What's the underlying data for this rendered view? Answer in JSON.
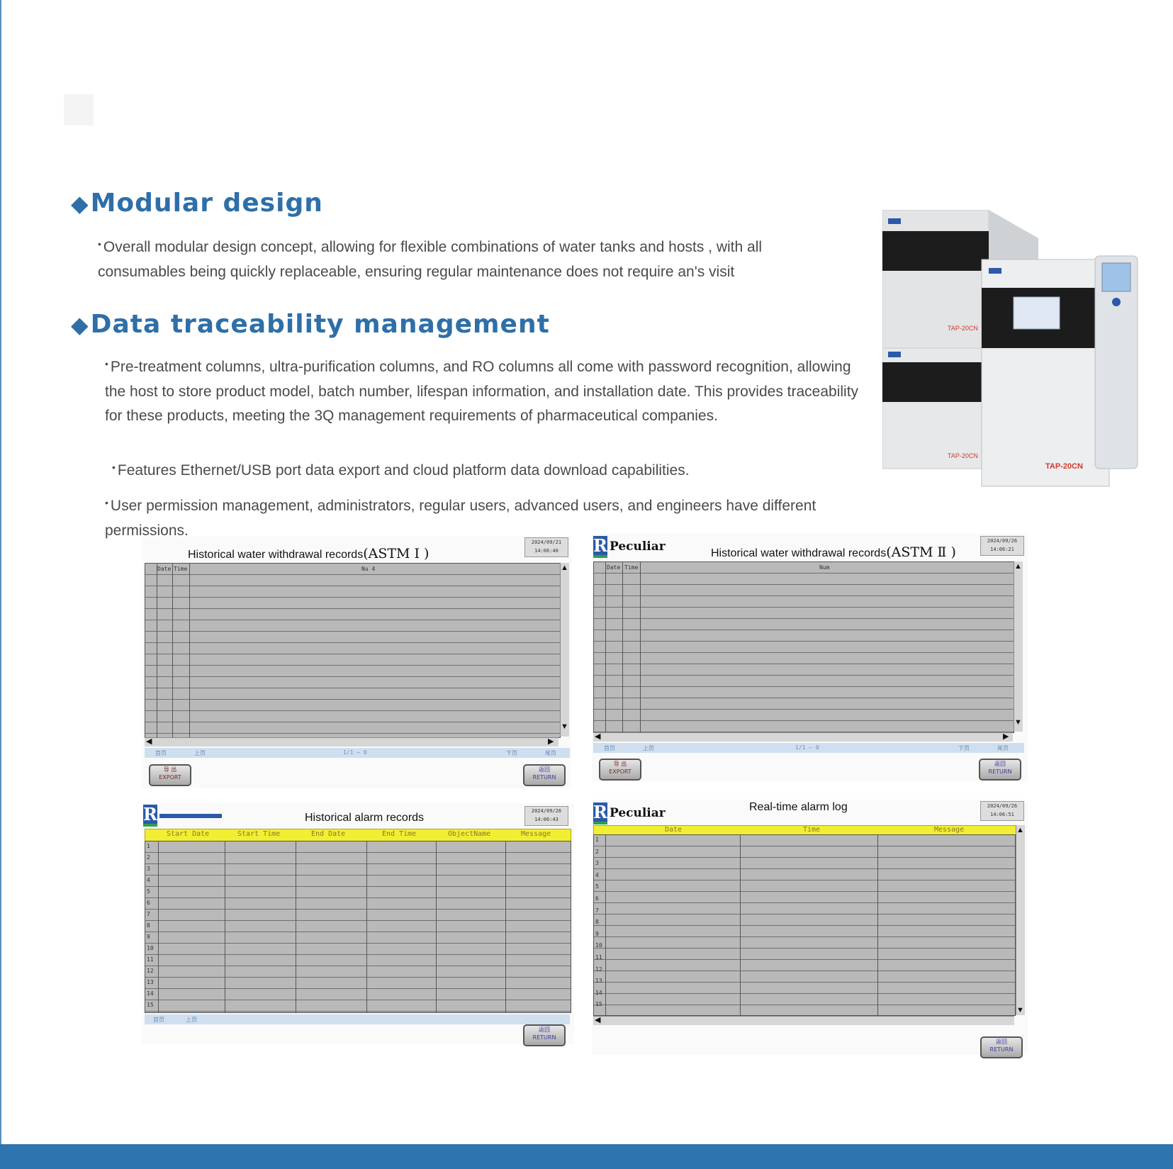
{
  "sections": {
    "modular": {
      "title": "Modular design",
      "paragraph": "Overall modular design concept, allowing for flexible combinations of water tanks and hosts , with all consumables being quickly replaceable, ensuring regular maintenance does not require an's visit"
    },
    "traceability": {
      "title": "Data traceability management",
      "p1": "Pre-treatment columns, ultra-purification columns, and RO columns all come with password recognition, allowing the host to store product model, batch number, lifespan information, and installation date. This provides traceability for these products, meeting the 3Q management requirements of pharmaceutical companies.",
      "p2": "Features Ethernet/USB port data export and cloud platform data download capabilities.",
      "p3": "User permission management, administrators, regular users, advanced users, and engineers have different permissions."
    }
  },
  "product": {
    "unit_label_top": "TAP-20CN",
    "unit_label_bottom": "TAP-20CN",
    "unit_label_front": "TAP-20CN"
  },
  "screens": {
    "s1": {
      "title_prefix": "Historical water withdrawal records",
      "title_astm": "(ASTM Ⅰ )",
      "clock": [
        "2024/09/21",
        "14:06:40"
      ],
      "col_date": "Date",
      "col_time": "Time",
      "col_main": "Nu 4",
      "pager": [
        "首页",
        "上页",
        "1/1 — 0",
        "下页",
        "尾页"
      ],
      "export": [
        "导 出",
        "EXPORT"
      ],
      "return": [
        "返回",
        "RETURN"
      ]
    },
    "s2": {
      "logo": "Peculiar",
      "title_prefix": "Historical water withdrawal records",
      "title_astm": "(ASTM Ⅱ )",
      "clock": [
        "2024/09/26",
        "14:06:21"
      ],
      "col_date": "Date",
      "col_time": "Time",
      "col_main": "Num",
      "pager": [
        "首页",
        "上页",
        "1/1 — 0",
        "下页",
        "尾页"
      ],
      "export": [
        "导 出",
        "EXPORT"
      ],
      "return": [
        "返回",
        "RETURN"
      ]
    },
    "s3": {
      "title": "Historical alarm records",
      "clock": [
        "2024/09/26",
        "14:06:43"
      ],
      "cols": [
        "Start Date",
        "Start Time",
        "End Date",
        "End Time",
        "ObjectName",
        "Message"
      ],
      "rows": [
        "1",
        "2",
        "3",
        "4",
        "5",
        "6",
        "7",
        "8",
        "9",
        "10",
        "11",
        "12",
        "13",
        "14",
        "15"
      ],
      "pager": [
        "首页",
        "上页"
      ],
      "return": [
        "返回",
        "RETURN"
      ]
    },
    "s4": {
      "logo": "Peculiar",
      "title": "Real-time alarm log",
      "clock": [
        "2024/09/26",
        "14:06:51"
      ],
      "cols": [
        "Date",
        "Time",
        "Message"
      ],
      "rows": [
        "1",
        "2",
        "3",
        "4",
        "5",
        "6",
        "7",
        "8",
        "9",
        "10",
        "11",
        "12",
        "13",
        "14",
        "15"
      ],
      "return": [
        "返回",
        "RETURN"
      ]
    }
  },
  "colors": {
    "heading": "#2e6fa8",
    "footer_bar": "#2e75b0",
    "table_header_yellow": "#f2ee34",
    "grid_gray": "#b9b9b9"
  }
}
